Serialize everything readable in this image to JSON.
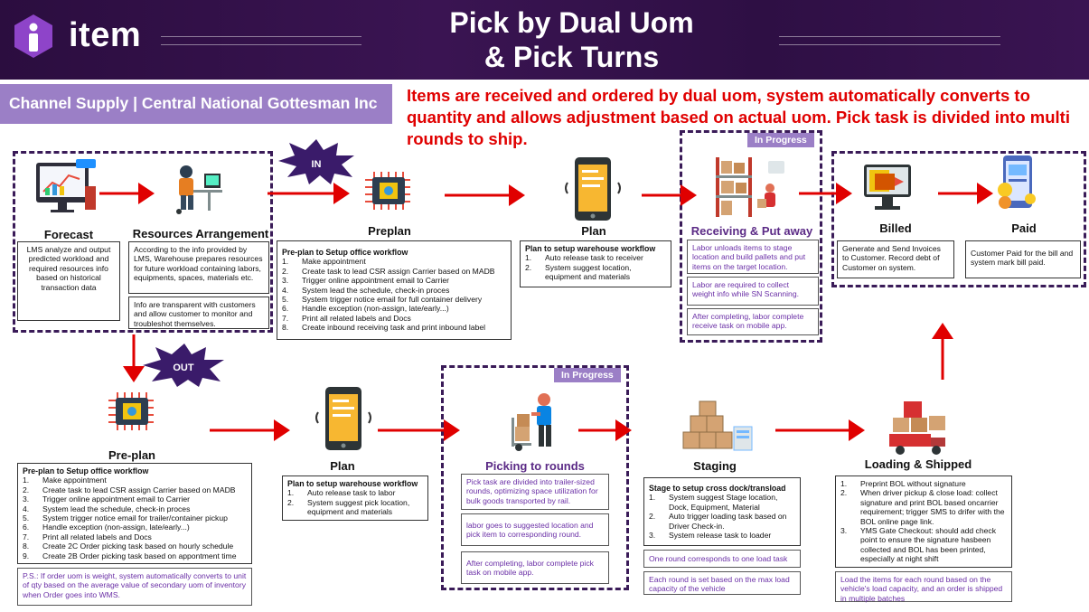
{
  "header": {
    "logo_text": "item",
    "title_line1": "Pick by Dual Uom",
    "title_line2": "& Pick Turns"
  },
  "company": "Channel Supply | Central National Gottesman Inc",
  "description": "Items are received and ordered by dual uom, system automatically converts to quantity and allows adjustment based on actual uom. Pick task is divided into multi rounds to ship.",
  "badges": {
    "in": "IN",
    "out": "OUT",
    "in_progress": "In Progress"
  },
  "colors": {
    "header": "#2b0d3f",
    "accent": "#9b7fc6",
    "arrow": "#e00000",
    "dash": "#3a1b58",
    "text_red": "#e00000",
    "purple_text": "#6a2fa6"
  },
  "forecast": {
    "title": "Forecast",
    "icon": "forecast-monitor-icon",
    "text": "LMS analyze and output predicted workload and required resources info based on historical transaction data"
  },
  "resources": {
    "title": "Resources Arrangement",
    "icon": "worker-desk-icon",
    "text1": "According to the info provided by LMS, Warehouse prepares resources for future workload containing labors, equipments, spaces, materials etc.",
    "text2": "Info are transparent with customers and allow customer to monitor and troubleshot themselves."
  },
  "preplan_in": {
    "title": "Preplan",
    "icon": "chip-icon",
    "heading": "Pre-plan to Setup office workflow",
    "items": [
      "Make appointment",
      "Create task to lead CSR assign Carrier based on MADB",
      "Trigger online appointment email to Carrier",
      "System lead the schedule, check-in proces",
      "System trigger notice email for full container delivery",
      "Handle exception (non-assign, late/early...)",
      "Print all related labels and Docs",
      "Create inbound receiving task and print inbound label"
    ]
  },
  "plan_in": {
    "title": "Plan",
    "icon": "tablet-icon",
    "heading": "Plan to setup warehouse workflow",
    "items": [
      "Auto release task to receiver",
      "System suggest location, equipment and materials"
    ]
  },
  "receiving": {
    "title": "Receiving & Put away",
    "icon": "warehouse-shelf-icon",
    "boxes": [
      "Labor unloads items to stage location and build pallets and put items on the target location.",
      "Labor are required to collect weight info while SN Scanning.",
      "After completing, labor complete receive task on mobile app."
    ]
  },
  "billed": {
    "title": "Billed",
    "icon": "invoice-monitor-icon",
    "text": "Generate and Send Invoices to Customer. Record debt of Customer on system."
  },
  "paid": {
    "title": "Paid",
    "icon": "mobile-payment-icon",
    "text": "Customer Paid for the bill and system mark bill paid."
  },
  "preplan_out": {
    "title": "Pre-plan",
    "icon": "chip-icon",
    "heading": "Pre-plan to Setup office workflow",
    "items": [
      "Make appointment",
      "Create task to lead CSR assign Carrier based on MADB",
      "Trigger online appointment email to Carrier",
      "System lead the schedule, check-in proces",
      "System trigger notice email for trailer/container pickup",
      "Handle exception (non-assign, late/early...)",
      "Print all related labels and Docs",
      "Create 2C Order picking task based on hourly schedule",
      "Create 2B Order picking task based on appontment time"
    ],
    "note": "P.S.: If order uom is weight, system automatically converts to unit of qty based on  the average value of secondary uom of inventory when Order goes into WMS."
  },
  "plan_out": {
    "title": "Plan",
    "icon": "tablet-icon",
    "heading": "Plan to setup warehouse workflow",
    "items": [
      "Auto release task to labor",
      "System suggest pick location, equipment and materials"
    ]
  },
  "picking": {
    "title": "Picking to rounds",
    "icon": "hand-truck-worker-icon",
    "boxes": [
      "Pick task are divided into trailer-sized rounds, optimizing space utilization for bulk goods transported by rail.",
      "labor goes to suggested location and pick item to corresponding round.",
      "After completing, labor complete pick task on mobile app."
    ]
  },
  "staging": {
    "title": "Staging",
    "icon": "boxes-stack-icon",
    "heading": "Stage to setup cross dock/transload",
    "items": [
      "System suggest Stage location, Dock, Equipment, Material",
      "Auto trigger loading task based on Driver Check-in.",
      "System release task to loader"
    ],
    "box2": "One round corresponds to one load task",
    "box3": "Each round is set based on the max load capacity of the vehicle"
  },
  "loading": {
    "title": "Loading & Shipped",
    "icon": "truck-boxes-icon",
    "items": [
      "Preprint BOL without signature",
      " When driver pickup & close load: collect signature and print BOL based oncarrier requirement; trigger SMS to drifer with the BOL online page link.",
      "YMS Gate Checkout: should add check point to ensure the signature hasbeen collected and BOL has been printed, especially at night shift"
    ],
    "box2": "Load the items for each round based on the vehicle's load capacity, and an order is shipped in multiple batches"
  }
}
